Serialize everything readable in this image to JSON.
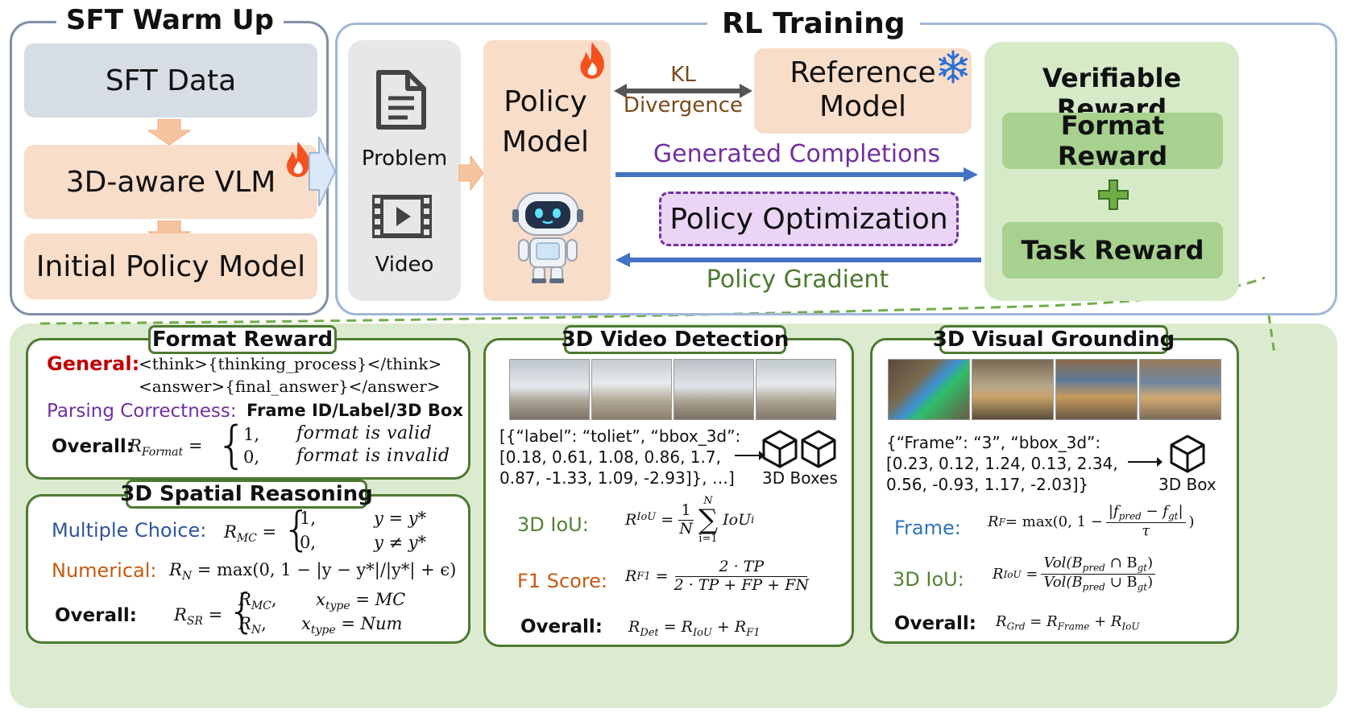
{
  "colors": {
    "panel_border": "#7f8fa6",
    "rl_border": "#9fb7d9",
    "sft_data_bg": "#d7dde4",
    "peach_bg": "#f8ddc9",
    "input_bg": "#e7e7e7",
    "verifiable_bg": "#d6eac8",
    "reward_box": "#a6d18e",
    "bottom_bg": "#dcebd0",
    "section_border": "#4d7a32",
    "kl_text": "#7a4a1a",
    "completion_text": "#7030a0",
    "arrow_blue": "#4472c4",
    "gradient_text": "#4d7a32",
    "optim_bg": "#ead5f6",
    "optim_border": "#7030a0"
  },
  "sft": {
    "title": "SFT Warm Up",
    "data": "SFT Data",
    "vlm": "3D-aware VLM",
    "initial": "Initial Policy Model"
  },
  "rl": {
    "title": "RL Training",
    "problem": "Problem",
    "video": "Video",
    "policy_model": "Policy Model",
    "kl": "KL",
    "divergence": "Divergence",
    "reference_model": "Reference Model",
    "generated": "Generated Completions",
    "optimization": "Policy Optimization",
    "gradient": "Policy Gradient",
    "verifiable": "Verifiable Reward",
    "format_reward": "Format Reward",
    "task_reward": "Task Reward",
    "plus": "+"
  },
  "format_card": {
    "title": "Format Reward",
    "general_label": "General:",
    "general_line1": "<think>{thinking_process}</think>",
    "general_line2": "<answer>{final_answer}</answer>",
    "parsing_label": "Parsing Correctness:",
    "parsing_value": "Frame ID/Label/3D Box",
    "overall_label": "Overall:",
    "r_format": "R",
    "r_format_sub": "Format",
    "eq": " =",
    "case1_val": "1,",
    "case1_cond": "format is valid",
    "case2_val": "0,",
    "case2_cond": "format is invalid"
  },
  "spatial_card": {
    "title": "3D Spatial Reasoning",
    "mc_label": "Multiple Choice:",
    "mc_lhs": "R",
    "mc_lhs_sub": "MC",
    "mc_case1": "1,",
    "mc_cond1": "y = y*",
    "mc_case2": "0,",
    "mc_cond2": "y ≠ y*",
    "num_label": "Numerical:",
    "num_lhs": "R",
    "num_lhs_sub": "N",
    "num_rhs": " = max(0, 1 − |y − y*|/|y*| + ϵ)",
    "overall_label": "Overall:",
    "sr_lhs": "R",
    "sr_lhs_sub": "SR",
    "sr_case1": "R",
    "sr_case1_sub": "MC",
    "sr_cond1": "x",
    "sr_cond1_sub": "type",
    "sr_cond1_rhs": " = MC",
    "sr_case2": "R",
    "sr_case2_sub": "N",
    "sr_cond2": "x",
    "sr_cond2_sub": "type",
    "sr_cond2_rhs": " = Num"
  },
  "detection_card": {
    "title": "3D Video Detection",
    "json_line1": "[{“label”: “toliet”, “bbox_3d”:",
    "json_line2": "[0.18, 0.61, 1.08, 0.86, 1.7,",
    "json_line3": "0.87, -1.33, 1.09, -2.93]}, …]",
    "boxes_label": "3D Boxes",
    "iou_label": "3D IoU:",
    "iou_lhs": "R",
    "iou_lhs_sub": "IoU",
    "iou_frac_num": "1",
    "iou_frac_den": "N",
    "iou_sum_top": "N",
    "iou_sum_bot": "i=1",
    "iou_term": "IoU",
    "iou_term_sub": "i",
    "f1_label": "F1 Score:",
    "f1_lhs": "R",
    "f1_lhs_sub": "F1",
    "f1_num": "2 · TP",
    "f1_den": "2 · TP + FP + FN",
    "overall_label": "Overall:",
    "det_lhs": "R",
    "det_lhs_sub": "Det",
    "det_eq": " = R",
    "det_r1_sub": "IoU",
    "det_plus": " + R",
    "det_r2_sub": "F1"
  },
  "grounding_card": {
    "title": "3D Visual Grounding",
    "json_line1": "{“Frame”: “3”, “bbox_3d”:",
    "json_line2": "[0.23, 0.12, 1.24, 0.13, 2.34,",
    "json_line3": "0.56, -0.93, 1.17, -2.03]}",
    "box_label": "3D Box",
    "frame_label": "Frame:",
    "frame_lhs": "R",
    "frame_lhs_sub": "F",
    "frame_mid": " = max(0, 1 −",
    "frame_num": "|f",
    "frame_num_sub1": "pred",
    "frame_num_mid": " − f",
    "frame_num_sub2": "gt",
    "frame_num_end": "|",
    "frame_den": "τ",
    "frame_close": ")",
    "iou_label": "3D IoU:",
    "iou_lhs": "R",
    "iou_lhs_sub": "IoU",
    "iou_num": "Vol(B",
    "iou_num_sub1": "pred",
    "iou_num_mid": " ∩ B",
    "iou_num_sub2": "gt",
    "iou_num_end": ")",
    "iou_den": "Vol(B",
    "iou_den_sub1": "pred",
    "iou_den_mid": " ∪ B",
    "iou_den_sub2": "gt",
    "iou_den_end": ")",
    "overall_label": "Overall:",
    "grd_lhs": "R",
    "grd_lhs_sub": "Grd",
    "grd_eq": " = R",
    "grd_r1_sub": "Frame",
    "grd_plus": " + R",
    "grd_r2_sub": "IoU"
  }
}
